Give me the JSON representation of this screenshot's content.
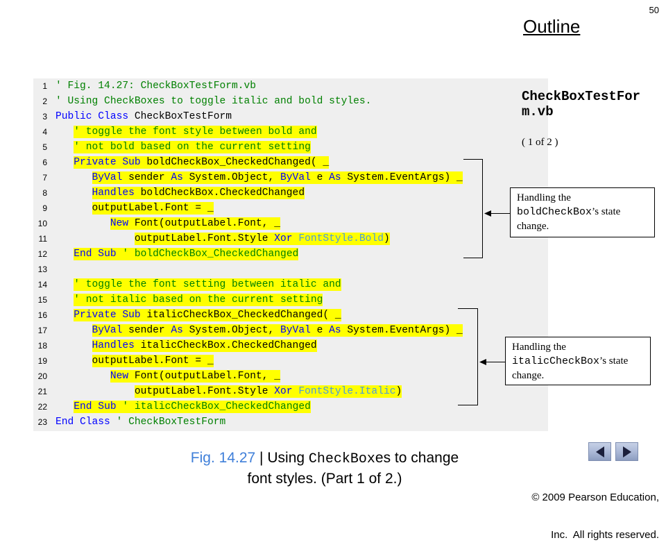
{
  "slide": {
    "page_number": "50",
    "outline_title": "Outline",
    "file_name": "CheckBoxTestForm.vb",
    "part_indicator": "( 1 of 2 )"
  },
  "colors": {
    "comment": "#008000",
    "keyword": "#0000ff",
    "type_name": "#4a9be0",
    "highlight": "#ffff00",
    "figure_label": "#3f7fd9",
    "code_panel": "#efefef",
    "nav_button": "#a9b7d6",
    "nav_arrow": "#1b1f3b"
  },
  "code": {
    "lines": [
      {
        "num": "1",
        "indent": 0,
        "highlighted": false,
        "tokens": [
          {
            "text": "' Fig. 14.27: CheckBoxTestForm.vb",
            "style": "comment"
          }
        ]
      },
      {
        "num": "2",
        "indent": 0,
        "highlighted": false,
        "tokens": [
          {
            "text": "' Using CheckBoxes to toggle italic and bold styles.",
            "style": "comment"
          }
        ]
      },
      {
        "num": "3",
        "indent": 0,
        "highlighted": false,
        "tokens": [
          {
            "text": "Public Class",
            "style": "keyword"
          },
          {
            "text": " CheckBoxTestForm",
            "style": "plain"
          }
        ]
      },
      {
        "num": "4",
        "indent": 3,
        "highlighted": true,
        "tokens": [
          {
            "text": "' toggle the font style between bold and",
            "style": "comment"
          }
        ]
      },
      {
        "num": "5",
        "indent": 3,
        "highlighted": true,
        "tokens": [
          {
            "text": "' not bold based on the current setting",
            "style": "comment"
          }
        ]
      },
      {
        "num": "6",
        "indent": 3,
        "highlighted": true,
        "tokens": [
          {
            "text": "Private Sub",
            "style": "keyword"
          },
          {
            "text": " boldCheckBox_CheckedChanged( _",
            "style": "plain"
          }
        ]
      },
      {
        "num": "7",
        "indent": 6,
        "highlighted": true,
        "tokens": [
          {
            "text": "ByVal",
            "style": "keyword"
          },
          {
            "text": " sender ",
            "style": "plain"
          },
          {
            "text": "As",
            "style": "keyword"
          },
          {
            "text": " System.Object, ",
            "style": "plain"
          },
          {
            "text": "ByVal",
            "style": "keyword"
          },
          {
            "text": " e ",
            "style": "plain"
          },
          {
            "text": "As",
            "style": "keyword"
          },
          {
            "text": " System.EventArgs) _",
            "style": "plain"
          }
        ]
      },
      {
        "num": "8",
        "indent": 6,
        "highlighted": true,
        "tokens": [
          {
            "text": "Handles",
            "style": "keyword"
          },
          {
            "text": " boldCheckBox.CheckedChanged",
            "style": "plain"
          }
        ]
      },
      {
        "num": "9",
        "indent": 6,
        "highlighted": true,
        "tokens": [
          {
            "text": "outputLabel.Font = _",
            "style": "plain"
          }
        ]
      },
      {
        "num": "10",
        "indent": 9,
        "highlighted": true,
        "tokens": [
          {
            "text": "New",
            "style": "keyword"
          },
          {
            "text": " Font(outputLabel.Font, _",
            "style": "plain"
          }
        ]
      },
      {
        "num": "11",
        "indent": 13,
        "highlighted": true,
        "tokens": [
          {
            "text": "outputLabel.Font.Style ",
            "style": "plain"
          },
          {
            "text": "Xor",
            "style": "keyword"
          },
          {
            "text": " ",
            "style": "plain"
          },
          {
            "text": "FontStyle.Bold",
            "style": "type"
          },
          {
            "text": ")",
            "style": "plain"
          }
        ]
      },
      {
        "num": "12",
        "indent": 3,
        "highlighted": true,
        "tokens": [
          {
            "text": "End Sub",
            "style": "keyword"
          },
          {
            "text": " ",
            "style": "plain"
          },
          {
            "text": "' boldCheckBox_CheckedChanged",
            "style": "comment"
          }
        ]
      },
      {
        "num": "13",
        "indent": 0,
        "highlighted": false,
        "tokens": []
      },
      {
        "num": "14",
        "indent": 3,
        "highlighted": true,
        "tokens": [
          {
            "text": "' toggle the font setting between italic and",
            "style": "comment"
          }
        ]
      },
      {
        "num": "15",
        "indent": 3,
        "highlighted": true,
        "tokens": [
          {
            "text": "' not italic based on the current setting",
            "style": "comment"
          }
        ]
      },
      {
        "num": "16",
        "indent": 3,
        "highlighted": true,
        "tokens": [
          {
            "text": "Private Sub",
            "style": "keyword"
          },
          {
            "text": " italicCheckBox_CheckedChanged( _",
            "style": "plain"
          }
        ]
      },
      {
        "num": "17",
        "indent": 6,
        "highlighted": true,
        "tokens": [
          {
            "text": "ByVal",
            "style": "keyword"
          },
          {
            "text": " sender ",
            "style": "plain"
          },
          {
            "text": "As",
            "style": "keyword"
          },
          {
            "text": " System.Object, ",
            "style": "plain"
          },
          {
            "text": "ByVal",
            "style": "keyword"
          },
          {
            "text": " e ",
            "style": "plain"
          },
          {
            "text": "As",
            "style": "keyword"
          },
          {
            "text": " System.EventArgs) _",
            "style": "plain"
          }
        ]
      },
      {
        "num": "18",
        "indent": 6,
        "highlighted": true,
        "tokens": [
          {
            "text": "Handles",
            "style": "keyword"
          },
          {
            "text": " italicCheckBox.CheckedChanged",
            "style": "plain"
          }
        ]
      },
      {
        "num": "19",
        "indent": 6,
        "highlighted": true,
        "tokens": [
          {
            "text": "outputLabel.Font = _",
            "style": "plain"
          }
        ]
      },
      {
        "num": "20",
        "indent": 9,
        "highlighted": true,
        "tokens": [
          {
            "text": "New",
            "style": "keyword"
          },
          {
            "text": " Font(outputLabel.Font, _",
            "style": "plain"
          }
        ]
      },
      {
        "num": "21",
        "indent": 13,
        "highlighted": true,
        "tokens": [
          {
            "text": "outputLabel.Font.Style ",
            "style": "plain"
          },
          {
            "text": "Xor",
            "style": "keyword"
          },
          {
            "text": " ",
            "style": "plain"
          },
          {
            "text": "FontStyle.Italic",
            "style": "type"
          },
          {
            "text": ")",
            "style": "plain"
          }
        ]
      },
      {
        "num": "22",
        "indent": 3,
        "highlighted": true,
        "tokens": [
          {
            "text": "End Sub",
            "style": "keyword"
          },
          {
            "text": " ",
            "style": "plain"
          },
          {
            "text": "' italicCheckBox_CheckedChanged",
            "style": "comment"
          }
        ]
      },
      {
        "num": "23",
        "indent": 0,
        "highlighted": false,
        "tokens": [
          {
            "text": "End Class",
            "style": "keyword"
          },
          {
            "text": " ",
            "style": "plain"
          },
          {
            "text": "' CheckBoxTestForm",
            "style": "comment"
          }
        ]
      }
    ]
  },
  "callouts": [
    {
      "intro": "Handling the",
      "code_name": "boldCheckBox",
      "suffix": "’s state",
      "end": "change."
    },
    {
      "intro": "Handling the",
      "code_name": "italicCheckBox",
      "suffix": "’s state",
      "end": "change."
    }
  ],
  "caption": {
    "fig_label": "Fig. 14.27",
    "separator": "|",
    "text_before": "Using",
    "code_term": "CheckBox",
    "text_after": "es to change",
    "line2": "font styles. (Part 1 of 2.)"
  },
  "navigation": {
    "prev_icon": "left-triangle-icon",
    "next_icon": "right-triangle-icon"
  },
  "copyright": {
    "line1": "© 2009 Pearson Education,",
    "line2": "Inc.  All rights reserved."
  }
}
